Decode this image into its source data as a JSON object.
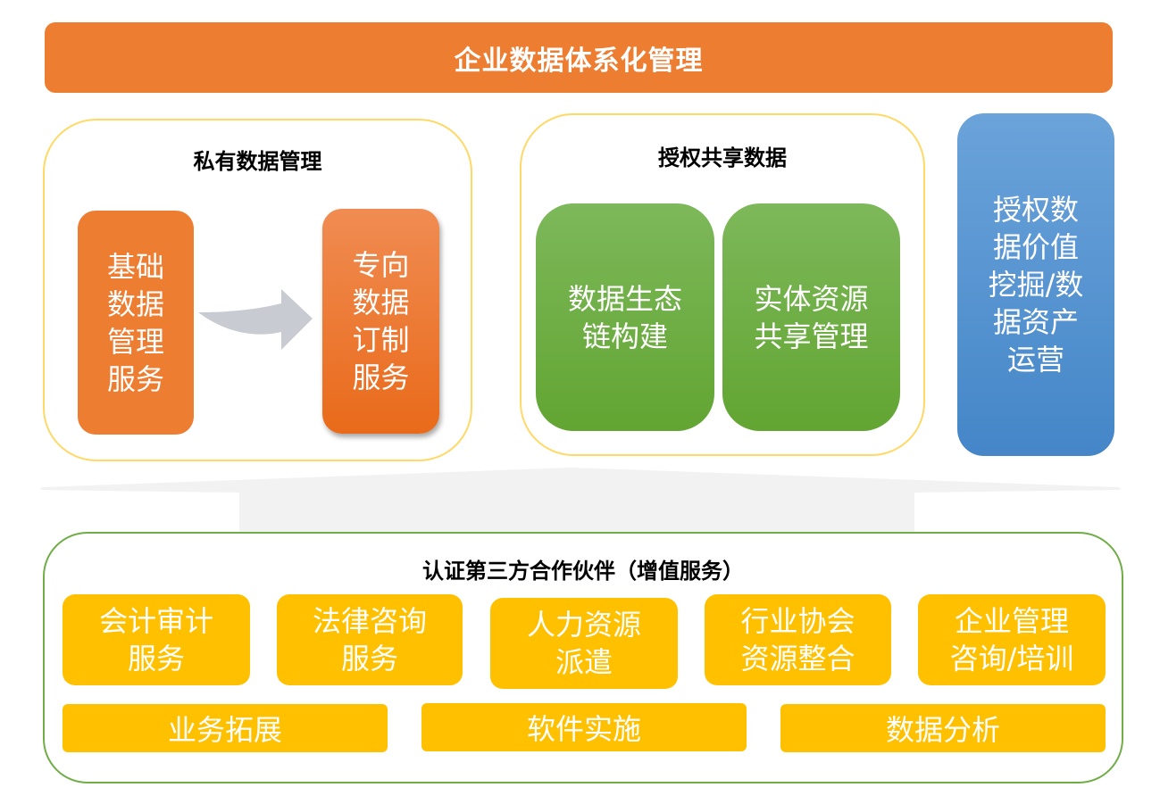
{
  "title": "企业数据体系化管理",
  "private_data": {
    "title": "私有数据管理",
    "basic_service": "基础\n数据\n管理\n服务",
    "custom_service": "专向\n数据\n订制\n服务",
    "arrow_icon": "curved-arrow-right"
  },
  "shared_data": {
    "title": "授权共享数据",
    "items": [
      "数据生态\n链构建",
      "实体资源\n共享管理"
    ]
  },
  "value_mining": "授权数\n据价值\n挖掘/数\n据资产\n运营",
  "support_arrow_icon": "broad-up-arrow",
  "partners": {
    "title": "认证第三方合作伙伴（增值服务）",
    "row1": [
      "会计审计\n服务",
      "法律咨询\n服务",
      "人力资源\n派遣",
      "行业协会\n资源整合",
      "企业管理\n咨询/培训"
    ],
    "row2": [
      "业务拓展",
      "软件实施",
      "数据分析"
    ]
  },
  "colors": {
    "banner": "#ED7D31",
    "group_border": "#FFD966",
    "green": "#70AD47",
    "blue": "#5B9BD5",
    "yellow": "#FFC000",
    "arrow_gray": "#C8CCD2"
  }
}
